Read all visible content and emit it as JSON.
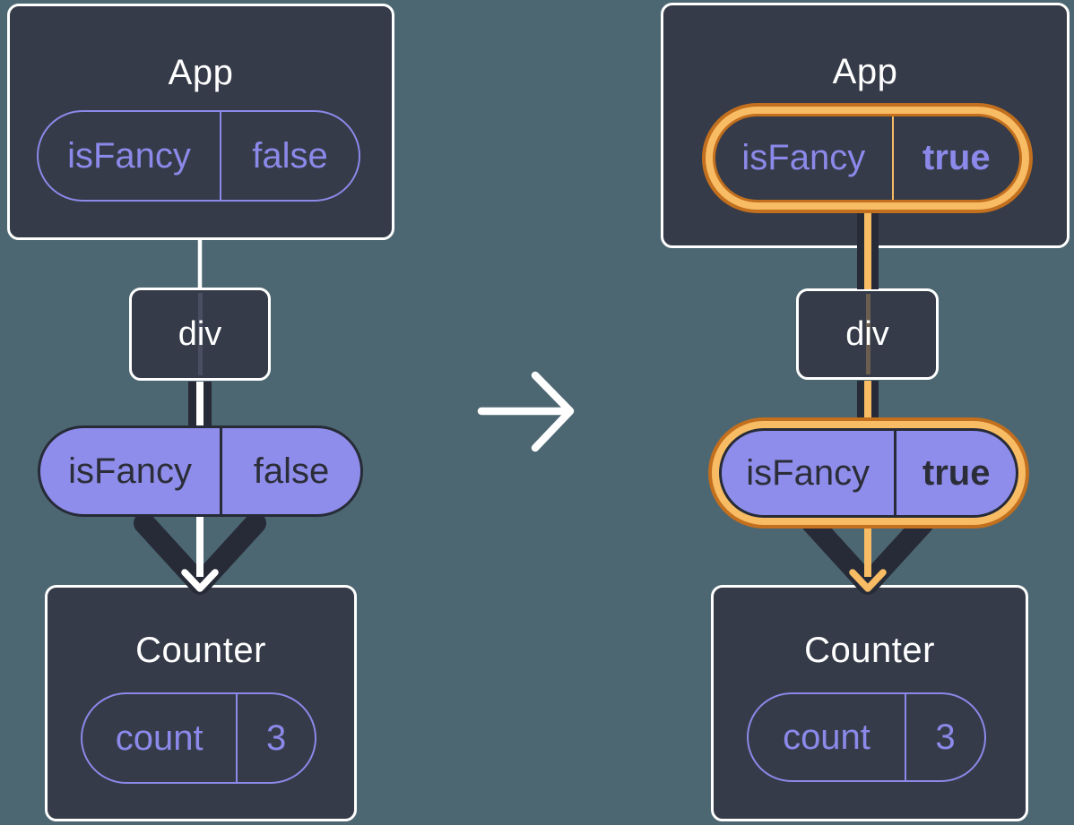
{
  "diagram": {
    "description_icons": {
      "transition": "right-arrow-icon",
      "highlight": "sparkle-icon",
      "prop_flow": "down-arrow-icon"
    },
    "colors": {
      "background": "#4D6772",
      "card": "#353B48",
      "arrow_dark": "#262B37",
      "purple": "#8B89E9",
      "purple_fill": "#8F8DEB",
      "dark_text": "#2B2E38",
      "orange_light": "#F8BC64",
      "orange_dark": "#C26F1E",
      "white": "#FFFFFF"
    }
  },
  "left_tree": {
    "app": {
      "title": "App",
      "prop_name": "isFancy",
      "prop_value": "false"
    },
    "div_node": {
      "label": "div"
    },
    "passed_prop": {
      "name": "isFancy",
      "value": "false"
    },
    "counter": {
      "title": "Counter",
      "state_name": "count",
      "state_value": "3"
    }
  },
  "right_tree": {
    "app": {
      "title": "App",
      "prop_name": "isFancy",
      "prop_value": "true"
    },
    "div_node": {
      "label": "div"
    },
    "passed_prop": {
      "name": "isFancy",
      "value": "true"
    },
    "counter": {
      "title": "Counter",
      "state_name": "count",
      "state_value": "3"
    }
  }
}
